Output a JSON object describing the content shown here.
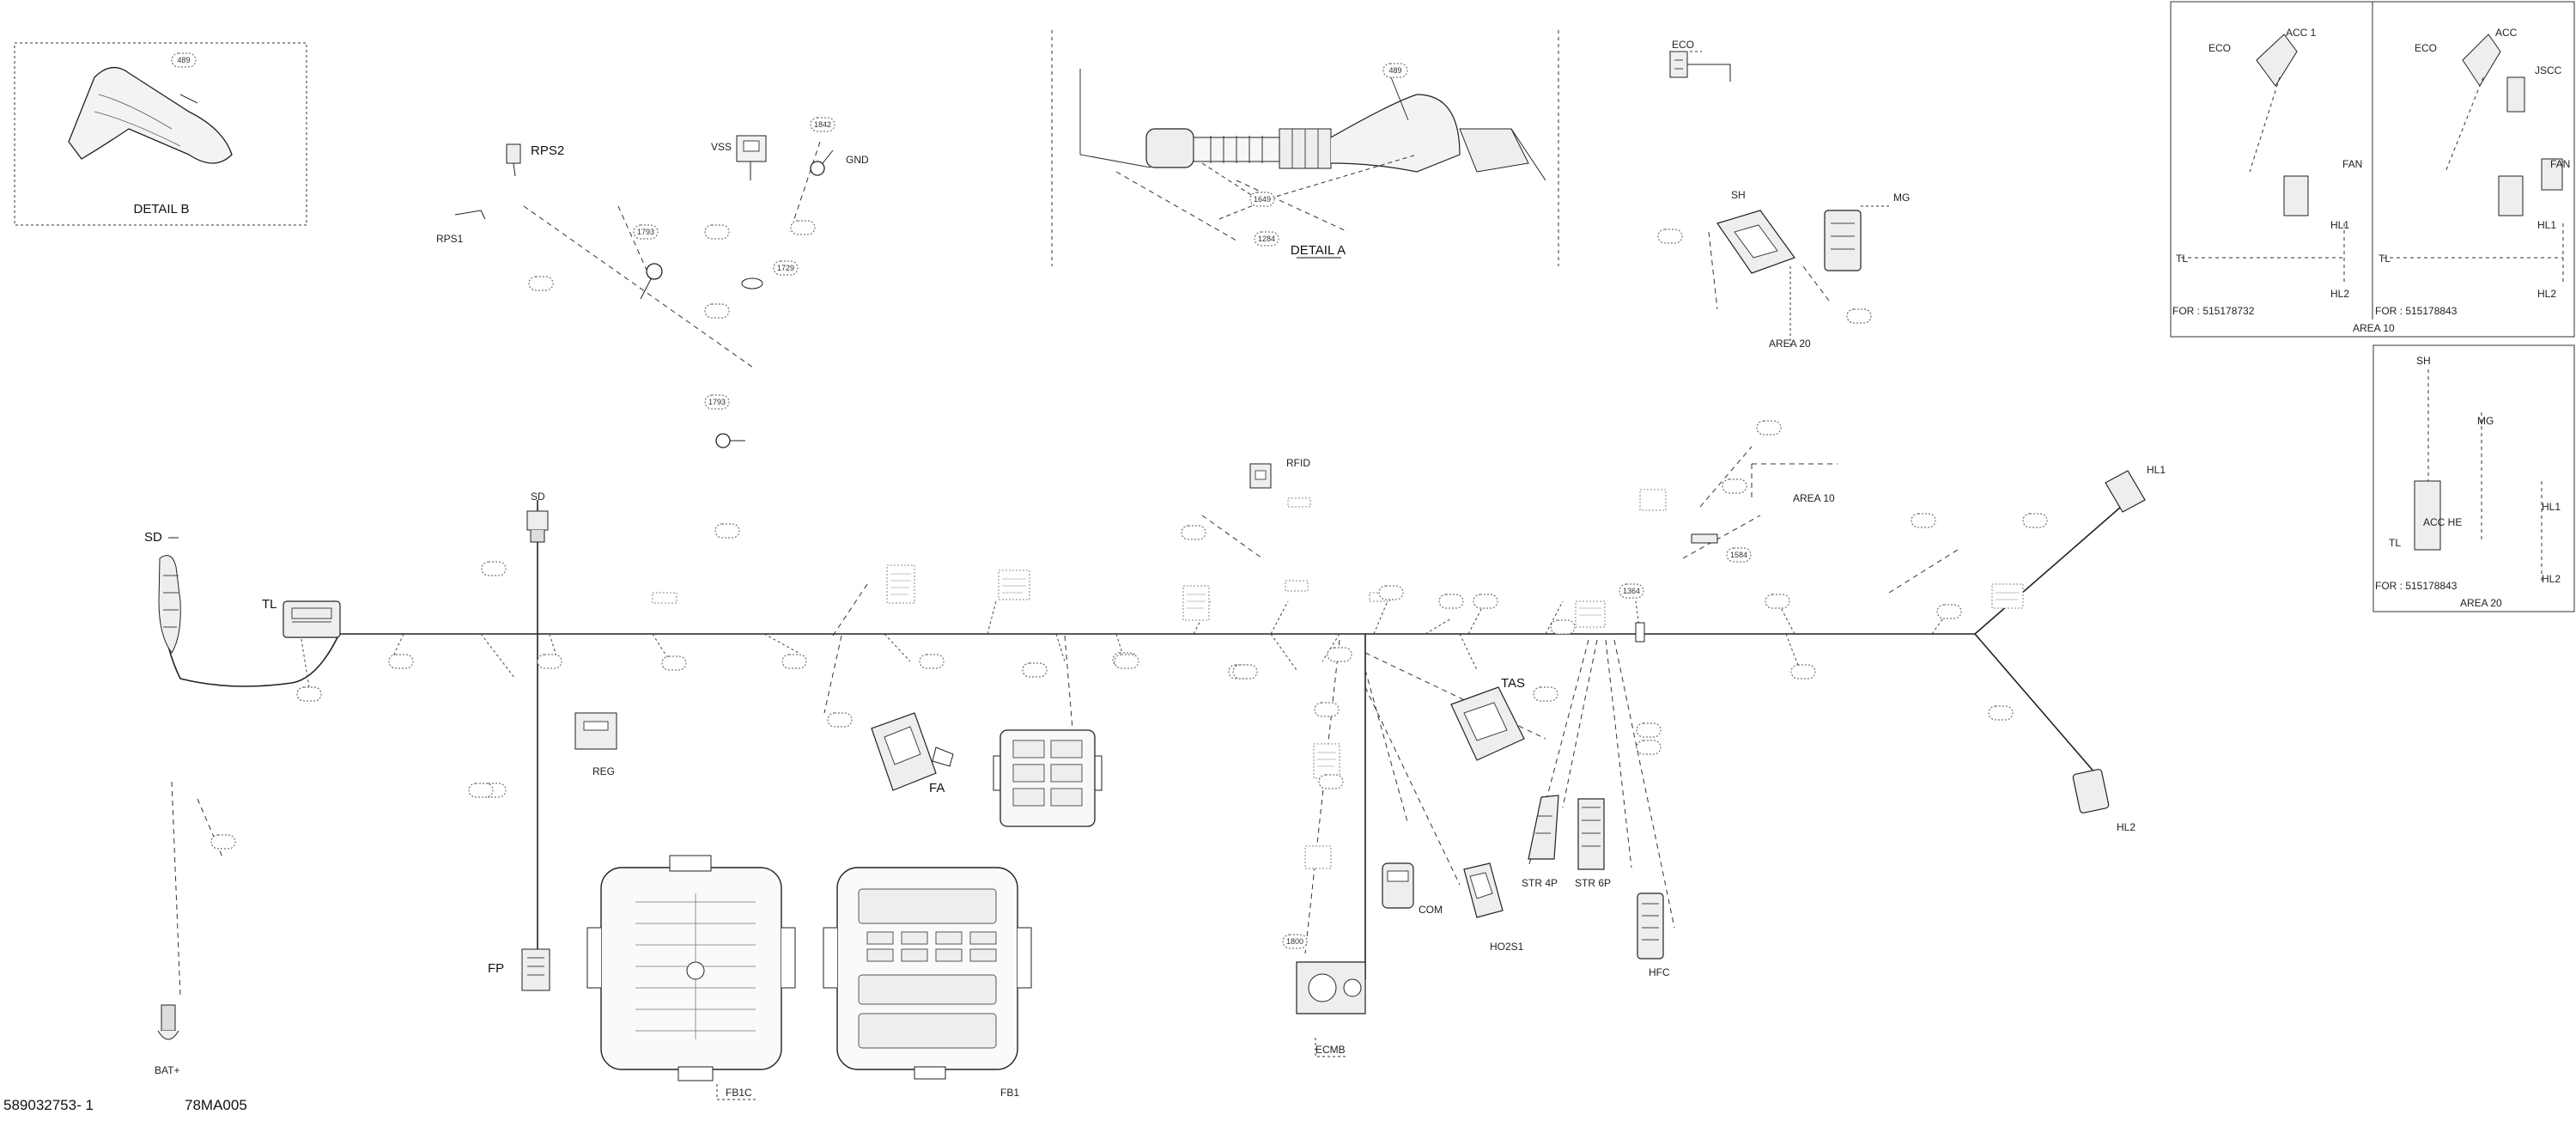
{
  "footer": {
    "part_number": "589032753- 1",
    "drawing_code": "78MA005"
  },
  "details": {
    "detail_b": {
      "title": "DETAIL B",
      "callout": "489"
    },
    "detail_a": {
      "title": "DETAIL A",
      "callouts": [
        "489",
        "1649",
        "1284"
      ]
    }
  },
  "connectors": {
    "rps2": "RPS2",
    "rps1": "RPS1",
    "vss": "VSS",
    "gnd": "GND",
    "sd": "SD",
    "sd_plug": "SD",
    "tl": "TL",
    "rfid": "RFID",
    "reg": "REG",
    "fa": "FA",
    "fp": "FP",
    "bat": "BAT+",
    "fb1c": "FB1C",
    "fb1": "FB1",
    "tas": "TAS",
    "com": "COM",
    "ho2s1": "HO2S1",
    "str4p": "STR 4P",
    "str6p": "STR 6P",
    "hfc": "HFC",
    "ecm8": "ECMB",
    "hl1": "HL1",
    "hl2": "HL2",
    "eco": "ECO",
    "sh": "SH",
    "mg": "MG",
    "area20": "AREA 20",
    "area10": "AREA 10"
  },
  "callouts": {
    "c1842": "1842",
    "c1793a": "1793",
    "c1729": "1729",
    "c1793b": "1793",
    "c1364": "1364",
    "c1584": "1584",
    "c1800": "1800"
  },
  "inset_area10": {
    "left": {
      "eco": "ECO",
      "acc": "ACC 1",
      "fan": "FAN",
      "hl1": "HL1",
      "tl": "TL",
      "hl2": "HL2",
      "for": "FOR : 515178732"
    },
    "right": {
      "eco": "ECO",
      "acc": "ACC",
      "jscc": "JSCC",
      "fan": "FAN",
      "hl1": "HL1",
      "tl": "TL",
      "hl2": "HL2",
      "for": "FOR : 515178843"
    },
    "title": "AREA 10"
  },
  "inset_area20": {
    "sh": "SH",
    "mg": "MG",
    "acc": "ACC HE",
    "tl": "TL",
    "hl1": "HL1",
    "hl2": "HL2",
    "for": "FOR : 515178843",
    "title": "AREA 20"
  }
}
